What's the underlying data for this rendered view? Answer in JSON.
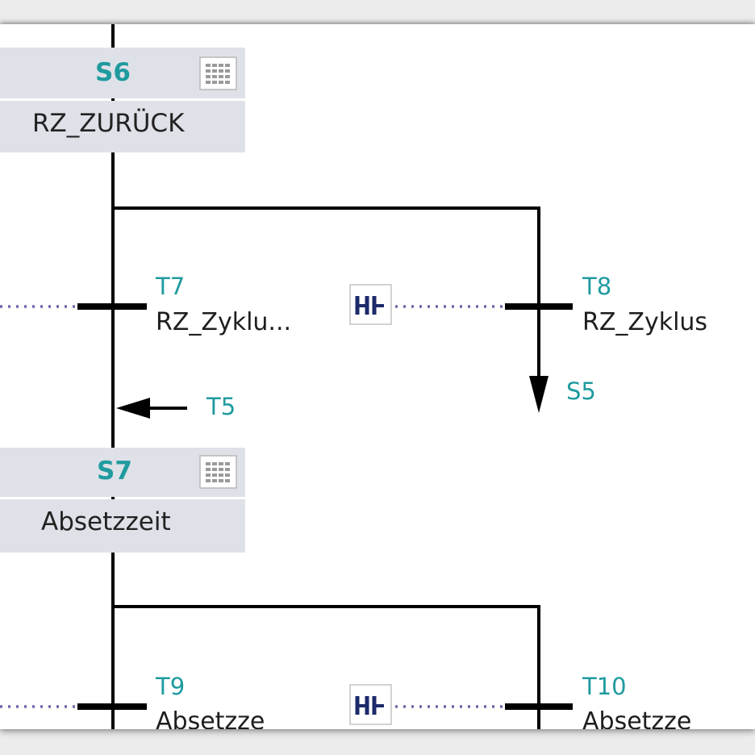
{
  "steps": [
    {
      "number": "S6",
      "name": "RZ_ZURÜCK"
    },
    {
      "number": "S7",
      "name": "Absetzzeit"
    }
  ],
  "transitions": [
    {
      "number": "T7",
      "condition": "RZ_Zyklu..."
    },
    {
      "number": "T8",
      "condition": "RZ_Zyklus"
    },
    {
      "number": "T9",
      "condition": "Absetzze"
    },
    {
      "number": "T10",
      "condition": "Absetzze"
    }
  ],
  "jumps": {
    "incoming": "T5",
    "outgoing": "S5"
  },
  "colors": {
    "step_box": "#dfe1e8",
    "teal_label": "#1f9b9f",
    "line": "#000000",
    "dotted_link": "#6a6aa8",
    "contact_icon": "#1c2a6b"
  },
  "icons": [
    "table-grid-icon",
    "contact-icon"
  ]
}
